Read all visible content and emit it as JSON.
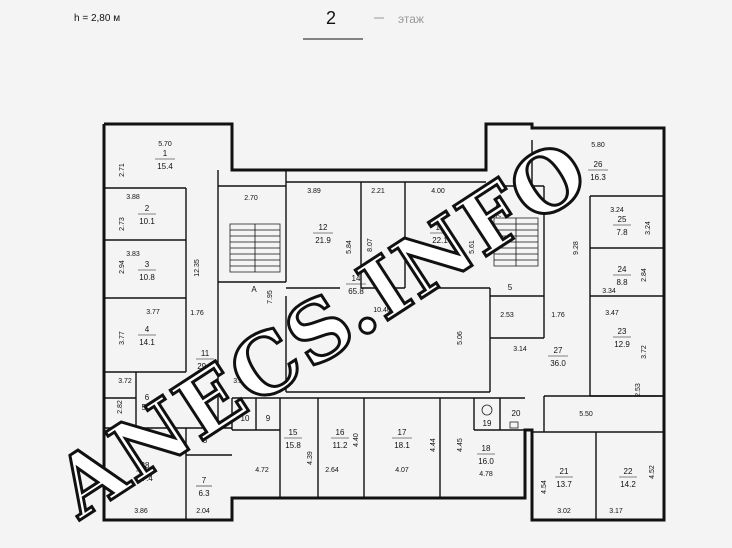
{
  "header": {
    "height_label": "h = 2,80 м",
    "floor_number": "2",
    "floor_word": "этаж"
  },
  "watermark": {
    "text": "ANECS.INFO"
  },
  "rooms": [
    {
      "id": "1",
      "area": "15.4"
    },
    {
      "id": "2",
      "area": "10.1"
    },
    {
      "id": "3",
      "area": "10.8"
    },
    {
      "id": "4",
      "area": "14.1"
    },
    {
      "id": "5",
      "area": ""
    },
    {
      "id": "6",
      "area": "5.9"
    },
    {
      "id": "7",
      "area": "6.3"
    },
    {
      "id": "8",
      "area": ""
    },
    {
      "id": "9",
      "area": ""
    },
    {
      "id": "10",
      "area": ""
    },
    {
      "id": "11",
      "area": "29.6"
    },
    {
      "id": "12",
      "area": "21.9"
    },
    {
      "id": "13",
      "area": "22.1"
    },
    {
      "id": "14",
      "area": "65.8"
    },
    {
      "id": "15",
      "area": "15.8"
    },
    {
      "id": "16",
      "area": "11.2"
    },
    {
      "id": "17",
      "area": "18.1"
    },
    {
      "id": "18",
      "area": "16.0"
    },
    {
      "id": "19",
      "area": ""
    },
    {
      "id": "20",
      "area": ""
    },
    {
      "id": "21",
      "area": "13.7"
    },
    {
      "id": "22",
      "area": "14.2"
    },
    {
      "id": "23",
      "area": "12.9"
    },
    {
      "id": "24",
      "area": "8.8"
    },
    {
      "id": "25",
      "area": "7.8"
    },
    {
      "id": "26",
      "area": "16.3"
    },
    {
      "id": "27",
      "area": "36.0"
    },
    {
      "id": "28",
      "area": "17.4"
    }
  ],
  "letters": {
    "a": "А",
    "b": "Б"
  },
  "dimensions": {
    "d_570": "5.70",
    "d_271": "2.71",
    "d_388": "3.88",
    "d_273": "2.73",
    "d_383": "3.83",
    "d_294": "2.94",
    "d_1235": "12.35",
    "d_377a": "3.77",
    "d_377b": "3.77",
    "d_176a": "1.76",
    "d_372": "3.72",
    "d_282": "2.82",
    "d_270": "2.70",
    "d_795": "7.95",
    "d_389": "3.89",
    "d_221": "2.21",
    "d_400": "4.00",
    "d_584": "5.84",
    "d_807": "8.07",
    "d_561": "5.61",
    "d_787": "7.87",
    "d_1040": "10.40",
    "d_506": "5.06",
    "d_279": "2.79",
    "d_323": "3.23",
    "d_253a": "2.53",
    "d_314": "3.14",
    "d_176b": "1.76",
    "d_580": "5.80",
    "d_324a": "3.24",
    "d_324b": "3.24",
    "d_928": "9.28",
    "d_334": "3.34",
    "d_284": "2.84",
    "d_347": "3.47",
    "d_372b": "3.72",
    "d_253b": "2.53",
    "d_550": "5.50",
    "d_439": "4.39",
    "d_440": "4.40",
    "d_444": "4.44",
    "d_445": "4.45",
    "d_472": "4.72",
    "d_264": "2.64",
    "d_407": "4.07",
    "d_478": "4.78",
    "d_454": "4.54",
    "d_452": "4.52",
    "d_302": "3.02",
    "d_317": "3.17",
    "d_386": "3.86",
    "d_204": "2.04"
  }
}
